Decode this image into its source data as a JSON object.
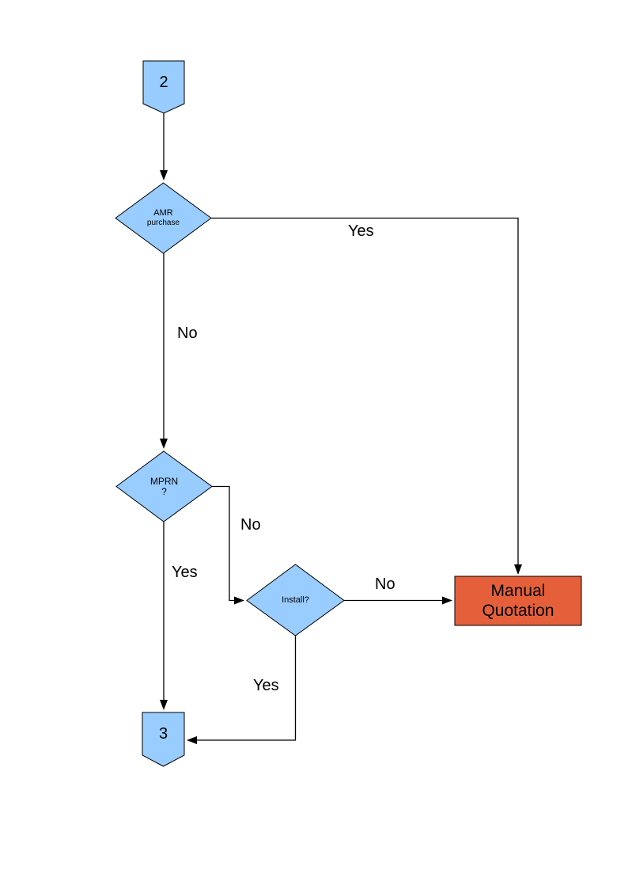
{
  "palette": {
    "node_fill": "#99CCFF",
    "node_border": "#000000",
    "terminal_fill": "#E5603A",
    "line_color": "#000000",
    "background": "#FFFFFF"
  },
  "nodes": {
    "connector_2": {
      "label": "2",
      "type": "off-page-connector"
    },
    "amr": {
      "line1": "AMR",
      "line2": "purchase",
      "type": "decision"
    },
    "mprn": {
      "line1": "MPRN",
      "line2": "?",
      "type": "decision"
    },
    "install": {
      "label": "Install?",
      "type": "decision"
    },
    "manual_quotation": {
      "label": "Manual Quotation",
      "type": "process"
    },
    "connector_3": {
      "label": "3",
      "type": "off-page-connector"
    }
  },
  "edges": {
    "start_to_amr": {
      "label": "",
      "from": "2",
      "to": "AMR purchase"
    },
    "amr_yes": {
      "label": "Yes",
      "from": "AMR purchase",
      "to": "Manual Quotation"
    },
    "amr_no": {
      "label": "No",
      "from": "AMR purchase",
      "to": "MPRN ?"
    },
    "mprn_no": {
      "label": "No",
      "from": "MPRN ?",
      "to": "Install?"
    },
    "mprn_yes": {
      "label": "Yes",
      "from": "MPRN ?",
      "to": "3"
    },
    "install_no": {
      "label": "No",
      "from": "Install?",
      "to": "Manual Quotation"
    },
    "install_yes": {
      "label": "Yes",
      "from": "Install?",
      "to": "3"
    }
  }
}
